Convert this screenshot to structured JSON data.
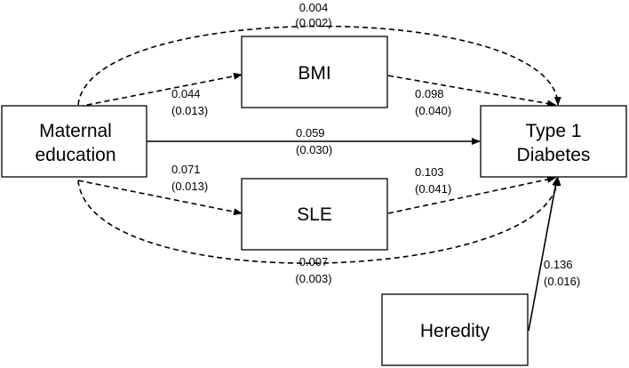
{
  "nodes": {
    "maternal_education": {
      "line1": "Maternal",
      "line2": "education"
    },
    "bmi": {
      "label": "BMI"
    },
    "sle": {
      "label": "SLE"
    },
    "type1_diabetes": {
      "line1": "Type 1",
      "line2": "Diabetes"
    },
    "heredity": {
      "label": "Heredity"
    }
  },
  "paths": {
    "direct_top": {
      "estimate": "0.004",
      "se": "(0.002)",
      "style": "dashed"
    },
    "me_to_bmi": {
      "estimate": "0.044",
      "se": "(0.013)",
      "style": "dashed"
    },
    "bmi_to_t1d": {
      "estimate": "0.098",
      "se": "(0.040)",
      "style": "dashed"
    },
    "me_to_t1d": {
      "estimate": "0.059",
      "se": "(0.030)",
      "style": "solid"
    },
    "me_to_sle": {
      "estimate": "0.071",
      "se": "(0.013)",
      "style": "dashed"
    },
    "sle_to_t1d": {
      "estimate": "0.103",
      "se": "(0.041)",
      "style": "dashed"
    },
    "direct_bottom": {
      "estimate": "0.007",
      "se": "(0.003)",
      "style": "dashed"
    },
    "heredity_to_t1d": {
      "estimate": "0.136",
      "se": "(0.016)",
      "style": "solid"
    }
  }
}
